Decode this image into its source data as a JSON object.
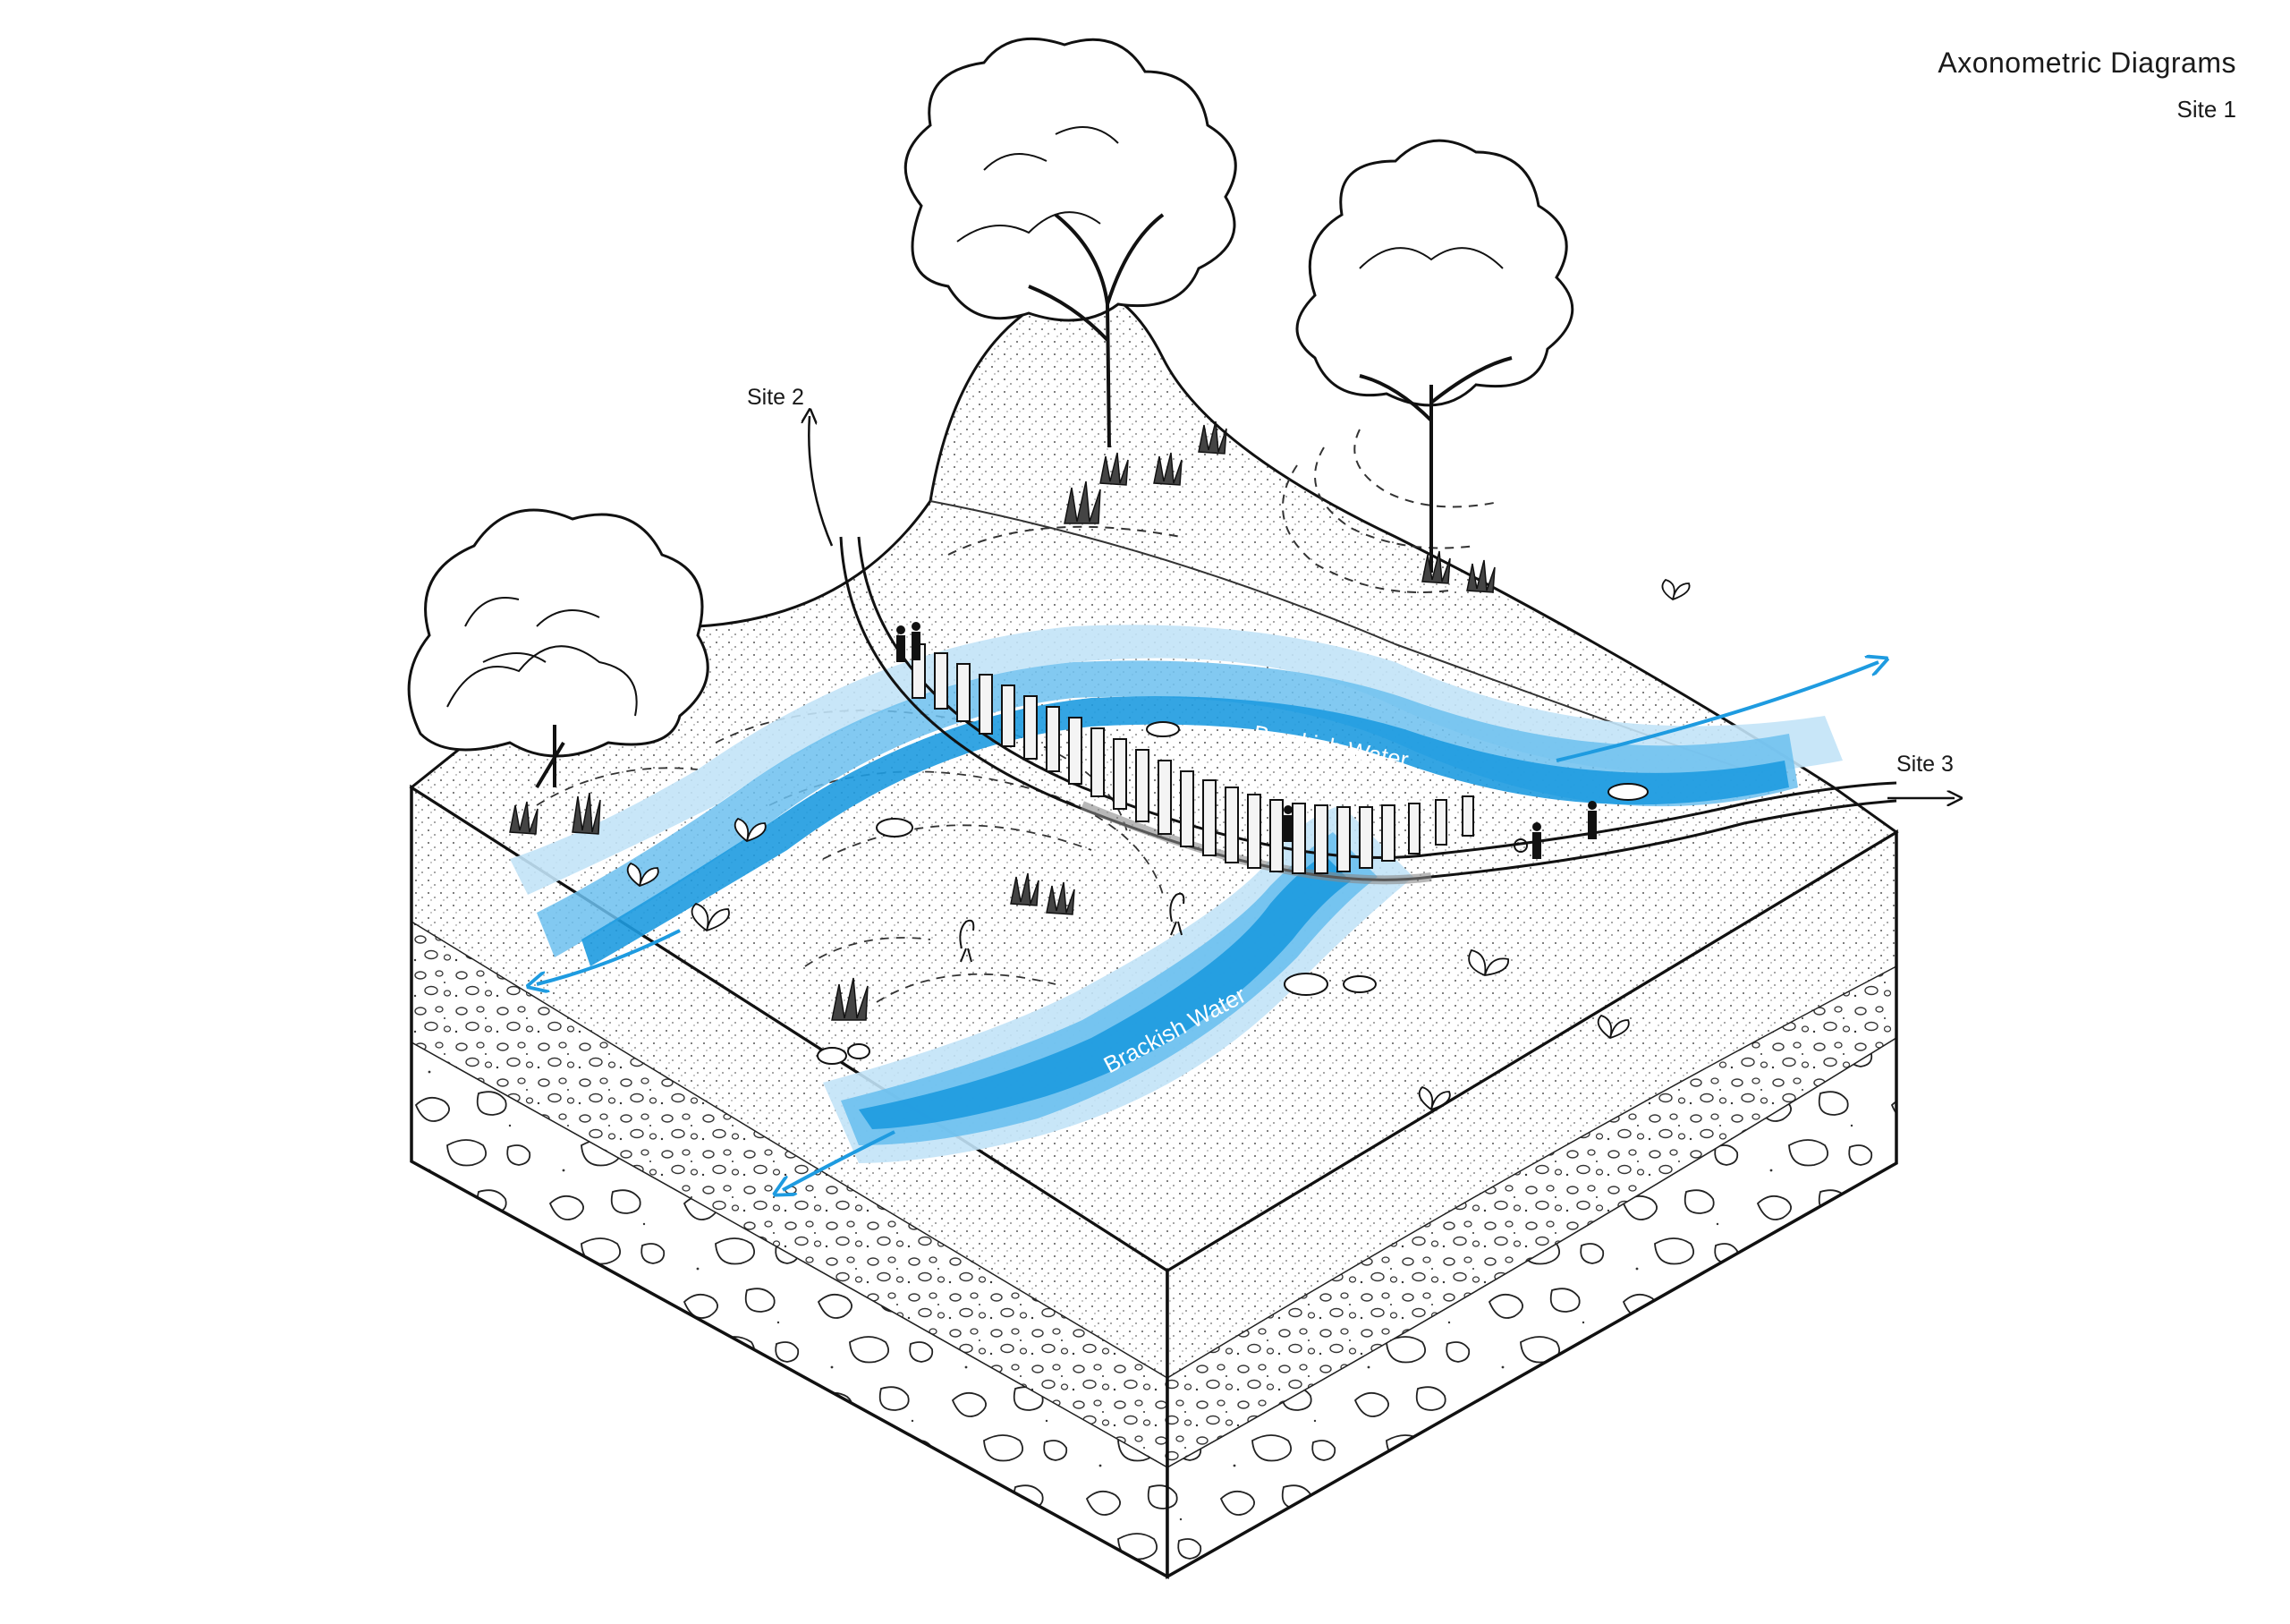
{
  "header": {
    "title": "Axonometric Diagrams",
    "subtitle": "Site 1"
  },
  "labels": {
    "site_2": "Site 2",
    "site_3": "Site 3",
    "water_upper": "Brackish Water",
    "water_lower": "Brackish Water"
  },
  "colors": {
    "water_deep": "#1e9be0",
    "water_mid": "#6cc0ee",
    "water_light": "#c2e3f7",
    "ink": "#111111"
  }
}
